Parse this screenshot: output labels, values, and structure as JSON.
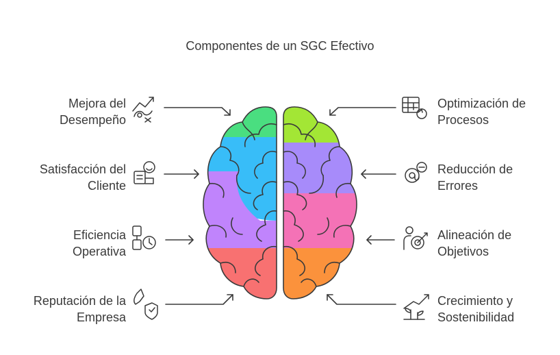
{
  "title": "Componentes de un SGC Efectivo",
  "colors": {
    "text": "#3a3a3a",
    "line": "#3a3a3a",
    "left_lobes": [
      "#4ade80",
      "#38bdf8",
      "#c084fc",
      "#f87171"
    ],
    "right_lobes": [
      "#a3e635",
      "#a78bfa",
      "#f472b6",
      "#fb923c"
    ]
  },
  "left_items": [
    {
      "line1": "Mejora del",
      "line2": "Desempeño",
      "icon": "trend-chart-icon"
    },
    {
      "line1": "Satisfacción del",
      "line2": "Cliente",
      "icon": "smiling-customer-icon"
    },
    {
      "line1": "Eficiencia",
      "line2": "Operativa",
      "icon": "flow-clock-icon"
    },
    {
      "line1": "Reputación de la",
      "line2": "Empresa",
      "icon": "megaphone-badge-icon"
    }
  ],
  "right_items": [
    {
      "line1": "Optimización de",
      "line2": "Procesos",
      "icon": "table-refresh-icon"
    },
    {
      "line1": "Reducción de",
      "line2": "Errores",
      "icon": "at-minus-icon"
    },
    {
      "line1": "Alineación de",
      "line2": "Objetivos",
      "icon": "person-target-icon"
    },
    {
      "line1": "Crecimiento y",
      "line2": "Sostenibilidad",
      "icon": "growth-plant-icon"
    }
  ]
}
